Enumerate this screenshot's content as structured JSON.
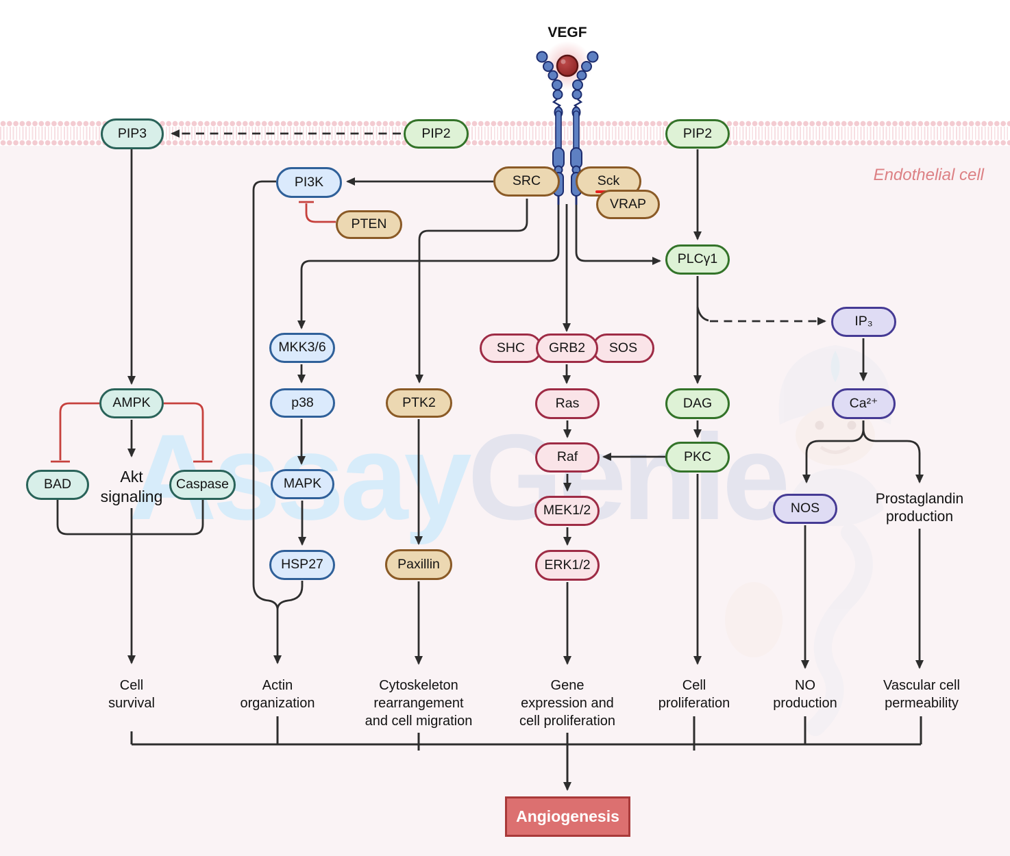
{
  "title": "VEGF",
  "cell_label": "Endothelial cell",
  "watermark": {
    "part1": "Assay",
    "part2": "Genie"
  },
  "nodes": {
    "pip3": "PIP3",
    "pip2_left": "PIP2",
    "pip2_right": "PIP2",
    "pi3k": "PI3K",
    "pten": "PTEN",
    "src": "SRC",
    "sck": "Sck",
    "vrap": "VRAP",
    "plcg1": "PLCγ1",
    "mkk36": "MKK3/6",
    "p38": "p38",
    "mapk": "MAPK",
    "hsp27": "HSP27",
    "ptk2": "PTK2",
    "paxillin": "Paxillin",
    "shc": "SHC",
    "grb2": "GRB2",
    "sos": "SOS",
    "ras": "Ras",
    "raf": "Raf",
    "mek12": "MEK1/2",
    "erk12": "ERK1/2",
    "dag": "DAG",
    "pkc": "PKC",
    "ip3": "IP₃",
    "ca2": "Ca²⁺",
    "nos": "NOS",
    "ampk": "AMPK",
    "bad": "BAD",
    "caspase": "Caspase"
  },
  "labels": {
    "akt": "Akt\nsignaling",
    "prostaglandin": "Prostaglandin\nproduction"
  },
  "outcomes": {
    "cell_survival": "Cell\nsurvival",
    "actin": "Actin\norganization",
    "cytoskeleton": "Cytoskeleton\nrearrangement\nand cell migration",
    "gene_expression": "Gene\nexpression and\ncell proliferation",
    "cell_proliferation": "Cell\nproliferation",
    "no_production": "NO\nproduction",
    "vascular_permeability": "Vascular cell\npermeability"
  },
  "final": {
    "label": "Angiogenesis"
  },
  "colors": {
    "background_cell": "#faf3f5",
    "background_outside": "#ffffff",
    "membrane_dot": "#f3cbd1",
    "line": "#2d2d2d",
    "inhibition_red": "#c6403c",
    "teal_fill": "#d8efe9",
    "teal_border": "#2a6359",
    "green_fill": "#def2d6",
    "green_border": "#337329",
    "blue_fill": "#dbeafc",
    "blue_border": "#2f6099",
    "tan_fill": "#ecd8b2",
    "tan_border": "#8a5a26",
    "pink_fill": "#fae4e8",
    "pink_border": "#9e2b45",
    "purple_fill": "#dfdcf4",
    "purple_border": "#453a94",
    "final_fill": "#dc7070",
    "final_border": "#a93a3a",
    "receptor_blue": "#5e80c2",
    "receptor_outline": "#1c2c6e",
    "ligand_red": "#9e2b2b",
    "watermark_blue": "#d7ecfa",
    "watermark_gray": "#e4e4ee",
    "cell_label_color": "#dc8084",
    "sck_underline": "#e51f1f"
  }
}
